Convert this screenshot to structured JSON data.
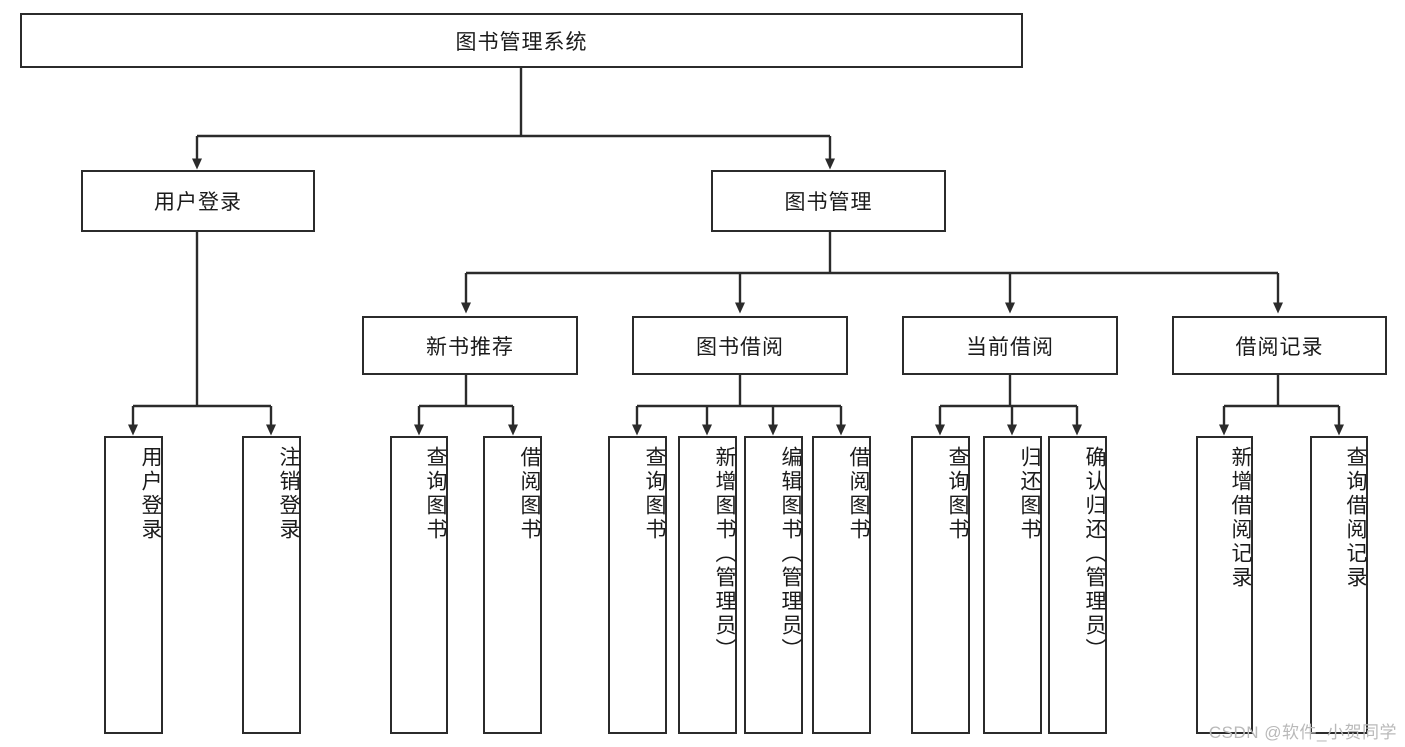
{
  "diagram": {
    "title": "图书管理系统",
    "type": "tree-hierarchy",
    "watermark": "CSDN @软件_小贺同学",
    "colors": {
      "stroke": "#2b2b2b",
      "background": "#ffffff",
      "text": "#1b1b1b",
      "watermark": "#b9b9b9"
    },
    "root": {
      "label": "图书管理系统"
    },
    "level2": [
      {
        "label": "用户登录"
      },
      {
        "label": "图书管理"
      }
    ],
    "level3": [
      {
        "label": "新书推荐"
      },
      {
        "label": "图书借阅"
      },
      {
        "label": "当前借阅"
      },
      {
        "label": "借阅记录"
      }
    ],
    "leaves": [
      {
        "label": "用户登录",
        "parent": "用户登录"
      },
      {
        "label": "注销登录",
        "parent": "用户登录"
      },
      {
        "label": "查询图书",
        "parent": "新书推荐"
      },
      {
        "label": "借阅图书",
        "parent": "新书推荐"
      },
      {
        "label": "查询图书",
        "parent": "图书借阅"
      },
      {
        "label": "新增图书（管理员）",
        "parent": "图书借阅"
      },
      {
        "label": "编辑图书（管理员）",
        "parent": "图书借阅"
      },
      {
        "label": "借阅图书",
        "parent": "图书借阅"
      },
      {
        "label": "查询图书",
        "parent": "当前借阅"
      },
      {
        "label": "归还图书",
        "parent": "当前借阅"
      },
      {
        "label": "确认归还（管理员）",
        "parent": "当前借阅"
      },
      {
        "label": "新增借阅记录",
        "parent": "借阅记录"
      },
      {
        "label": "查询借阅记录",
        "parent": "借阅记录"
      }
    ]
  }
}
